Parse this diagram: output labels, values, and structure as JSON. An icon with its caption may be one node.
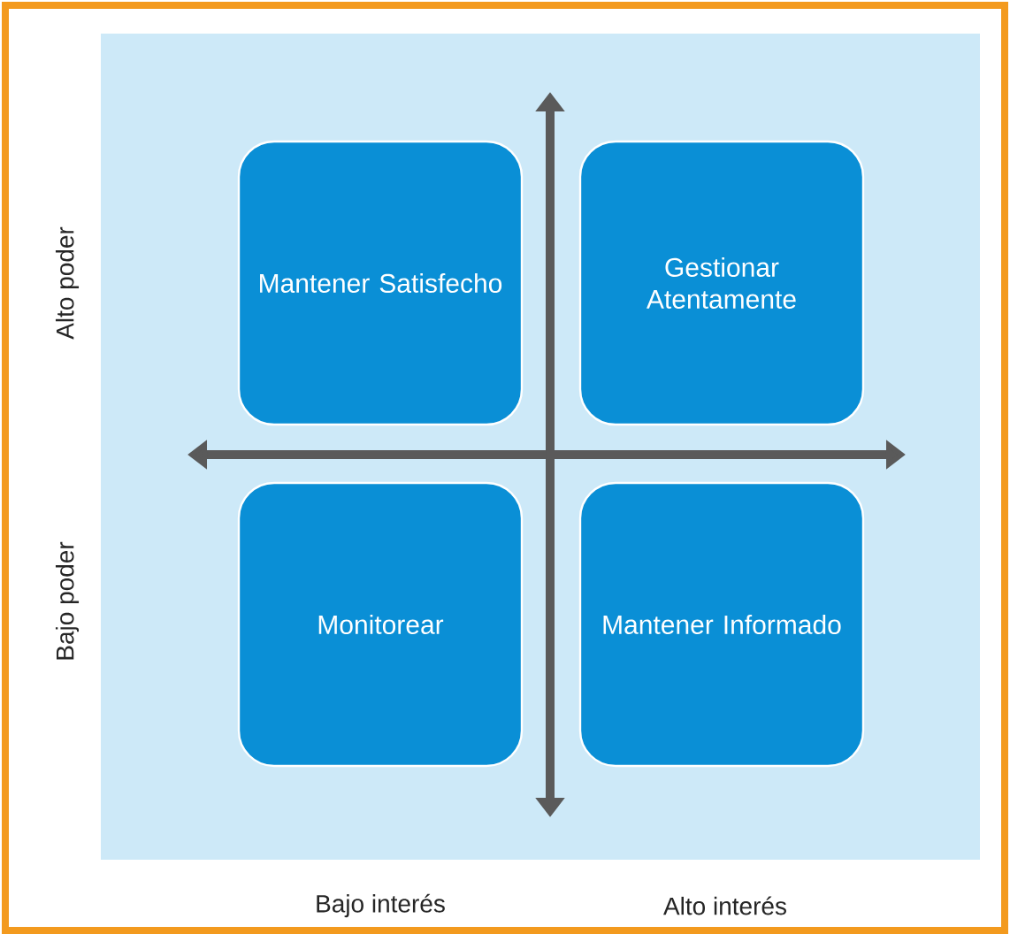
{
  "diagram": {
    "nodes": [
      {
        "text": [
          "Mantener Satisfecho"
        ]
      },
      {
        "text": [
          "Gestionar Atentamente"
        ]
      },
      {
        "text": [
          "Monitorear"
        ]
      },
      {
        "text": [
          "Mantener Informado"
        ]
      }
    ],
    "labels": [
      "Alto poder",
      "Bajo poder",
      "Bajo interés",
      "Alto interés"
    ]
  }
}
